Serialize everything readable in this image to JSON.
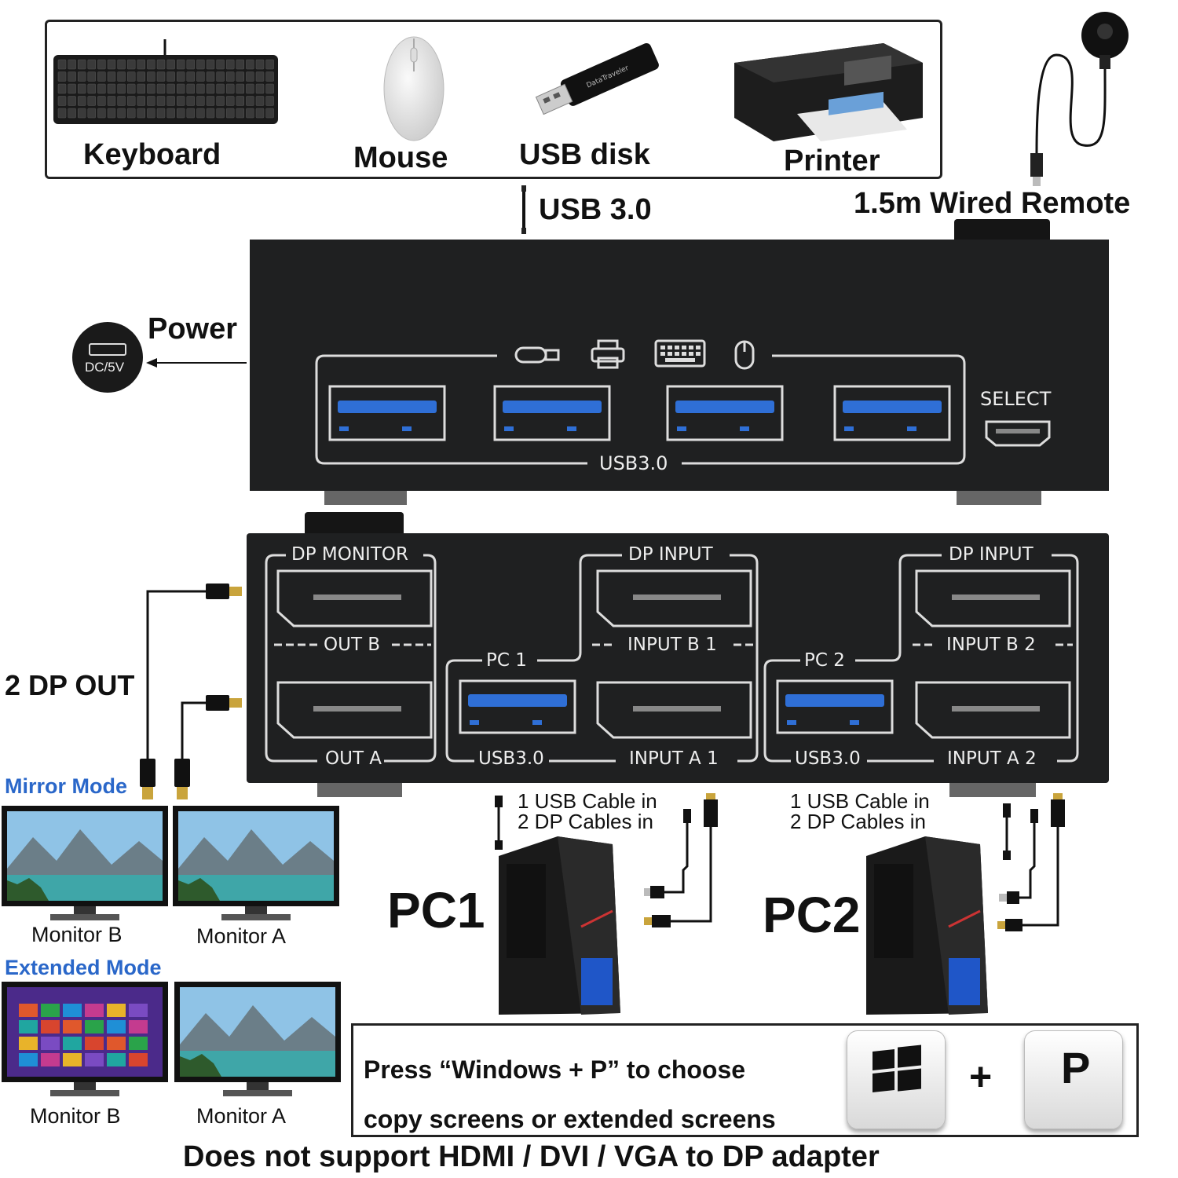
{
  "peripherals": {
    "keyboard": "Keyboard",
    "mouse": "Mouse",
    "usb_disk": "USB disk",
    "printer": "Printer"
  },
  "usb_link": "USB 3.0",
  "remote": "1.5m Wired Remote",
  "power": {
    "label": "Power",
    "jack": "DC/5V"
  },
  "front_panel": {
    "usb_label": "USB3.0",
    "select_label": "SELECT",
    "port_icons": [
      "usb-drive-icon",
      "printer-icon",
      "keyboard-icon",
      "mouse-icon"
    ]
  },
  "rear_panel": {
    "dp_monitor": "DP MONITOR",
    "out_b": "OUT B",
    "out_a": "OUT A",
    "pc1": "PC 1",
    "pc2": "PC 2",
    "dp_input": "DP INPUT",
    "input_b1": "INPUT B 1",
    "input_a1": "INPUT A 1",
    "input_b2": "INPUT B 2",
    "input_a2": "INPUT A 2",
    "usb_pc1": "USB3.0",
    "usb_pc2": "USB3.0"
  },
  "dp_out": "2 DP OUT",
  "modes": {
    "mirror": "Mirror Mode",
    "extended": "Extended Mode",
    "monitor_b": "Monitor B",
    "monitor_a": "Monitor A"
  },
  "pcs": {
    "pc1": "PC1",
    "pc2": "PC2",
    "cable_line1": "1 USB Cable in",
    "cable_line2": "2 DP Cables in"
  },
  "tip": {
    "line1": "Press “Windows + P” to choose",
    "line2": "copy screens or extended screens",
    "plus": "+",
    "key_p": "P"
  },
  "footer": "Does not support HDMI / DVI / VGA to DP adapter",
  "colors": {
    "panel": "#1f2021",
    "usb_blue": "#2f6fd6",
    "mode_label": "#2a67c9"
  }
}
